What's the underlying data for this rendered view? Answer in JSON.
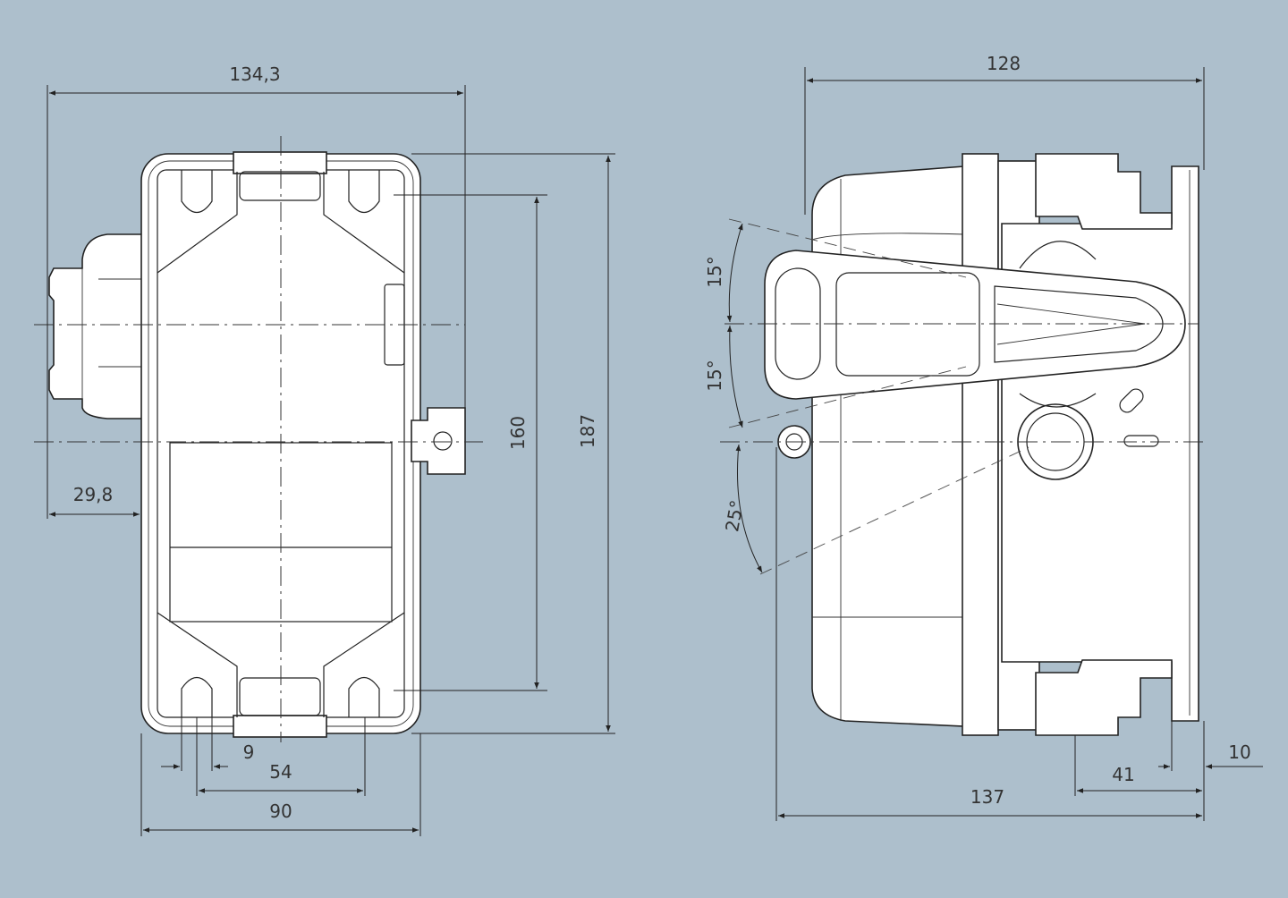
{
  "front_view": {
    "dimensions": {
      "overall_width": "134,3",
      "side_offset": "29,8",
      "slot_width": "9",
      "hole_spacing": "54",
      "body_width": "90",
      "hole_vertical_spacing": "160",
      "overall_height": "187"
    }
  },
  "side_view": {
    "dimensions": {
      "depth_top": "128",
      "angle_upper": "15°",
      "angle_lower": "15°",
      "angle_open": "25°",
      "overall_depth": "137",
      "flange_offset": "41",
      "flange_thickness": "10"
    }
  },
  "colors": {
    "background": "#adbfcc",
    "line": "#222222",
    "part": "#ffffff"
  }
}
